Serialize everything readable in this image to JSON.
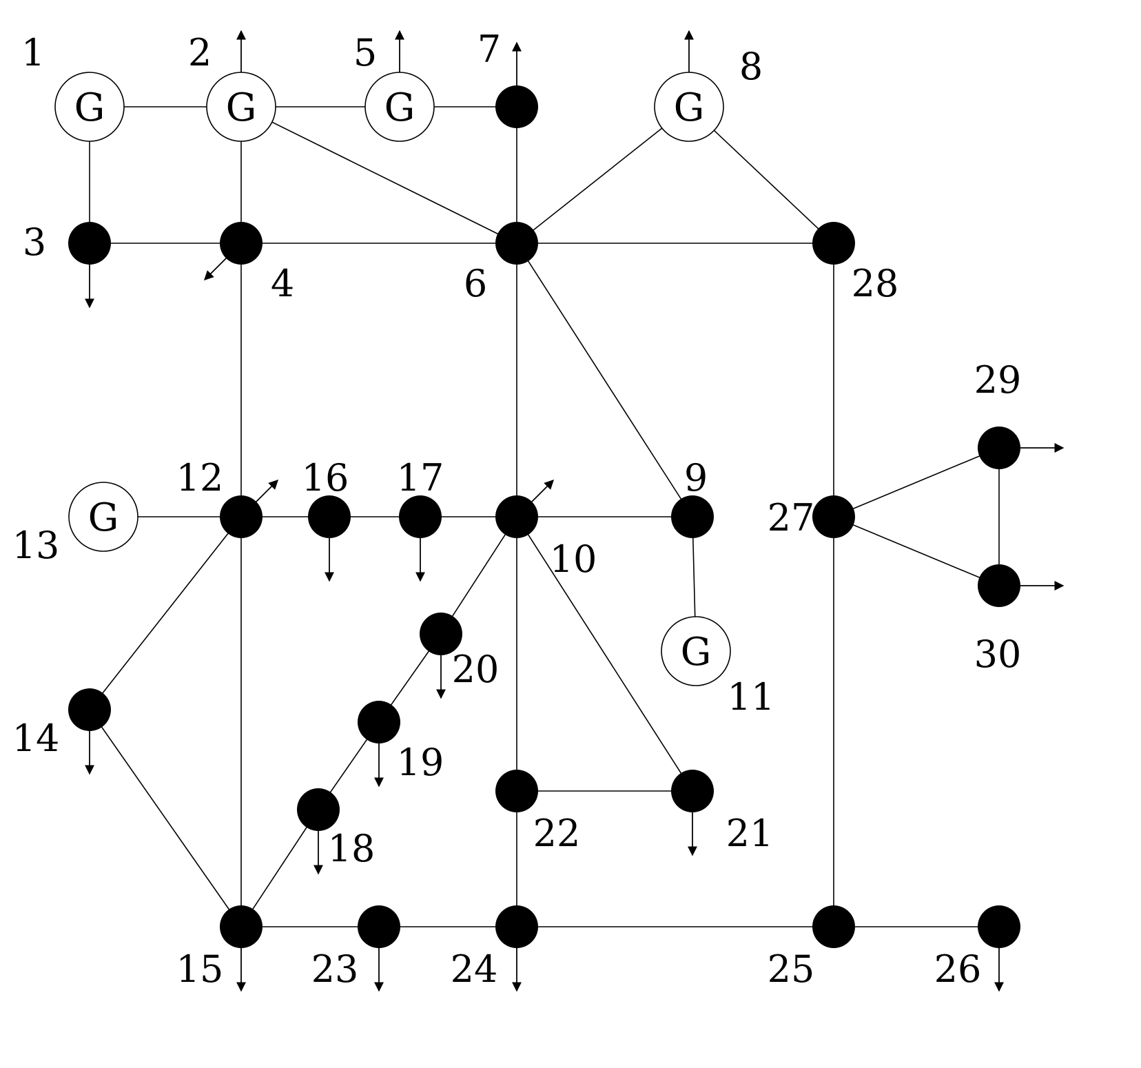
{
  "generator_symbol": "G",
  "buses": [
    {
      "id": "1",
      "type": "gen"
    },
    {
      "id": "2",
      "type": "gen"
    },
    {
      "id": "3",
      "type": "load"
    },
    {
      "id": "4",
      "type": "load"
    },
    {
      "id": "5",
      "type": "gen"
    },
    {
      "id": "6",
      "type": "load"
    },
    {
      "id": "7",
      "type": "load"
    },
    {
      "id": "8",
      "type": "gen"
    },
    {
      "id": "9",
      "type": "load"
    },
    {
      "id": "10",
      "type": "load"
    },
    {
      "id": "11",
      "type": "gen"
    },
    {
      "id": "12",
      "type": "load"
    },
    {
      "id": "13",
      "type": "gen"
    },
    {
      "id": "14",
      "type": "load"
    },
    {
      "id": "15",
      "type": "load"
    },
    {
      "id": "16",
      "type": "load"
    },
    {
      "id": "17",
      "type": "load"
    },
    {
      "id": "18",
      "type": "load"
    },
    {
      "id": "19",
      "type": "load"
    },
    {
      "id": "20",
      "type": "load"
    },
    {
      "id": "21",
      "type": "load"
    },
    {
      "id": "22",
      "type": "load"
    },
    {
      "id": "23",
      "type": "load"
    },
    {
      "id": "24",
      "type": "load"
    },
    {
      "id": "25",
      "type": "load"
    },
    {
      "id": "26",
      "type": "load"
    },
    {
      "id": "27",
      "type": "load"
    },
    {
      "id": "28",
      "type": "load"
    },
    {
      "id": "29",
      "type": "load"
    },
    {
      "id": "30",
      "type": "load"
    }
  ],
  "branches": [
    [
      "1",
      "2"
    ],
    [
      "1",
      "3"
    ],
    [
      "2",
      "4"
    ],
    [
      "2",
      "5"
    ],
    [
      "2",
      "6"
    ],
    [
      "3",
      "4"
    ],
    [
      "4",
      "6"
    ],
    [
      "4",
      "12"
    ],
    [
      "5",
      "7"
    ],
    [
      "6",
      "7"
    ],
    [
      "6",
      "8"
    ],
    [
      "6",
      "9"
    ],
    [
      "6",
      "10"
    ],
    [
      "6",
      "28"
    ],
    [
      "8",
      "28"
    ],
    [
      "9",
      "10"
    ],
    [
      "9",
      "11"
    ],
    [
      "10",
      "17"
    ],
    [
      "10",
      "20"
    ],
    [
      "10",
      "21"
    ],
    [
      "10",
      "22"
    ],
    [
      "12",
      "13"
    ],
    [
      "12",
      "14"
    ],
    [
      "12",
      "15"
    ],
    [
      "12",
      "16"
    ],
    [
      "14",
      "15"
    ],
    [
      "15",
      "18"
    ],
    [
      "15",
      "23"
    ],
    [
      "16",
      "17"
    ],
    [
      "18",
      "19"
    ],
    [
      "19",
      "20"
    ],
    [
      "21",
      "22"
    ],
    [
      "22",
      "24"
    ],
    [
      "23",
      "24"
    ],
    [
      "24",
      "25"
    ],
    [
      "25",
      "26"
    ],
    [
      "25",
      "27"
    ],
    [
      "27",
      "28"
    ],
    [
      "27",
      "29"
    ],
    [
      "27",
      "30"
    ],
    [
      "29",
      "30"
    ]
  ],
  "loads": [
    {
      "bus": "2",
      "direction": "up"
    },
    {
      "bus": "5",
      "direction": "up"
    },
    {
      "bus": "7",
      "direction": "up"
    },
    {
      "bus": "8",
      "direction": "up"
    },
    {
      "bus": "3",
      "direction": "down"
    },
    {
      "bus": "4",
      "direction": "down-left"
    },
    {
      "bus": "10",
      "direction": "up-right"
    },
    {
      "bus": "12",
      "direction": "up-right"
    },
    {
      "bus": "14",
      "direction": "down"
    },
    {
      "bus": "15",
      "direction": "down"
    },
    {
      "bus": "16",
      "direction": "down"
    },
    {
      "bus": "17",
      "direction": "down"
    },
    {
      "bus": "18",
      "direction": "down"
    },
    {
      "bus": "19",
      "direction": "down"
    },
    {
      "bus": "20",
      "direction": "down"
    },
    {
      "bus": "21",
      "direction": "down"
    },
    {
      "bus": "23",
      "direction": "down"
    },
    {
      "bus": "24",
      "direction": "down"
    },
    {
      "bus": "26",
      "direction": "down"
    },
    {
      "bus": "29",
      "direction": "right"
    },
    {
      "bus": "30",
      "direction": "right"
    }
  ]
}
